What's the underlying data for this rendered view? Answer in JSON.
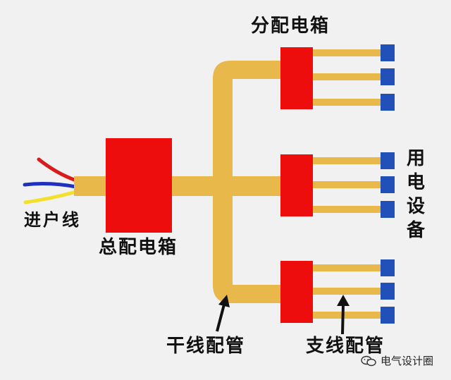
{
  "labels": {
    "distribution_box": "分配电箱",
    "main_box": "总配电箱",
    "incoming_line": "进户线",
    "trunk_conduit": "干线配管",
    "branch_conduit": "支线配管",
    "equipment": "用电设备"
  },
  "watermark": {
    "text": "电气设计圈",
    "icon": "wechat-icon"
  },
  "colors": {
    "background": "#f1f1f1",
    "conduit": "#e8b84a",
    "box": "#ee0d0d",
    "equipment": "#2150b8",
    "wire_red": "#d81b1b",
    "wire_blue": "#1f2fbf",
    "wire_yellow": "#f2e02a"
  }
}
